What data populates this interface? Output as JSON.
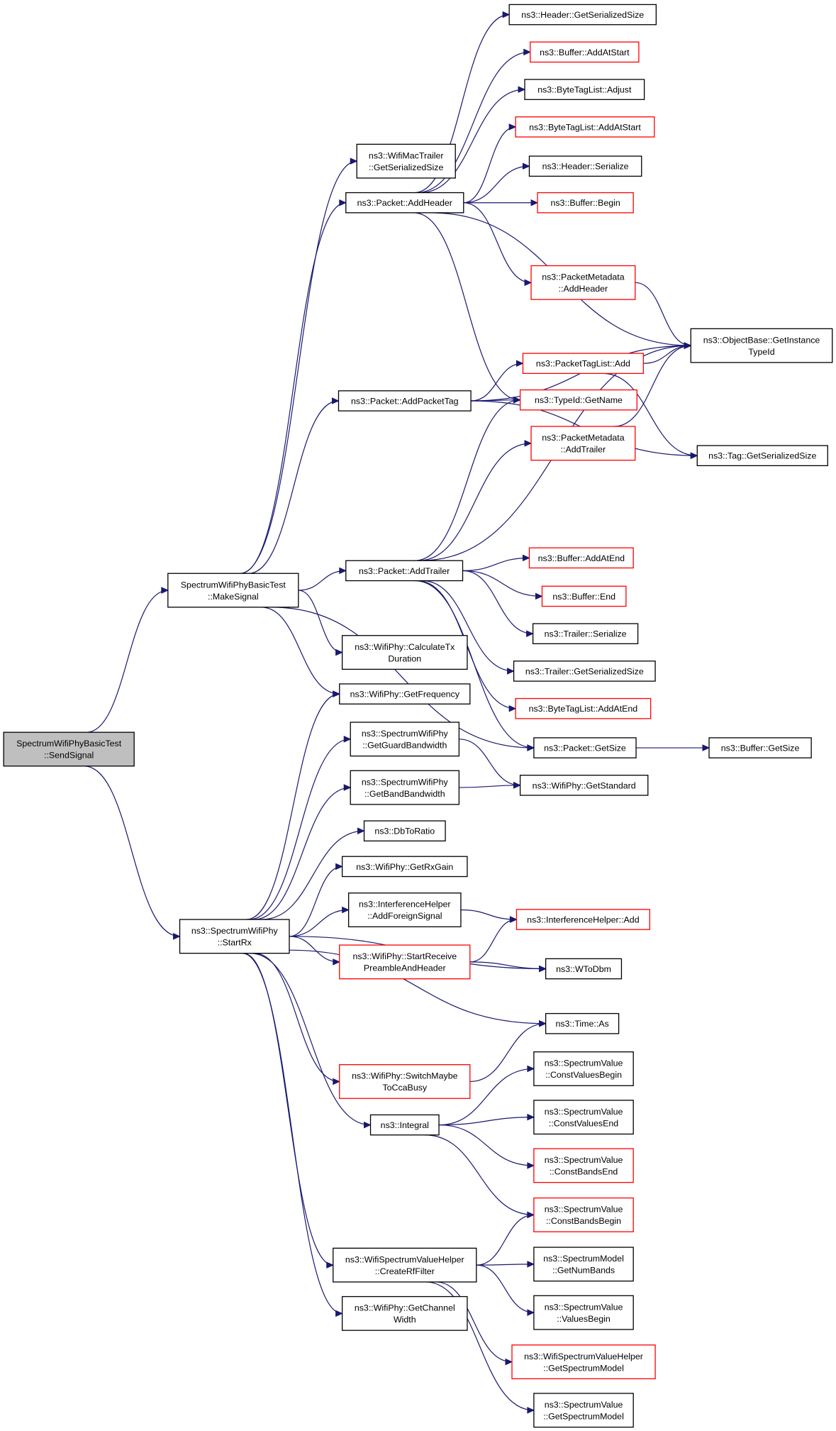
{
  "diagram": {
    "nodes": [
      {
        "id": "send",
        "lines": [
          "SpectrumWifiPhyBasicTest",
          "::SendSignal"
        ],
        "border": "grey"
      },
      {
        "id": "make",
        "lines": [
          "SpectrumWifiPhyBasicTest",
          "::MakeSignal"
        ],
        "border": "black"
      },
      {
        "id": "startrx",
        "lines": [
          "ns3::SpectrumWifiPhy",
          "::StartRx"
        ],
        "border": "black"
      },
      {
        "id": "wmt",
        "lines": [
          "ns3::WifiMacTrailer",
          "::GetSerializedSize"
        ],
        "border": "black"
      },
      {
        "id": "pah",
        "lines": [
          "ns3::Packet::AddHeader"
        ],
        "border": "black"
      },
      {
        "id": "papt",
        "lines": [
          "ns3::Packet::AddPacketTag"
        ],
        "border": "black"
      },
      {
        "id": "pat",
        "lines": [
          "ns3::Packet::AddTrailer"
        ],
        "border": "black"
      },
      {
        "id": "calctx",
        "lines": [
          "ns3::WifiPhy::CalculateTx",
          "Duration"
        ],
        "border": "black"
      },
      {
        "id": "getfreq",
        "lines": [
          "ns3::WifiPhy::GetFrequency"
        ],
        "border": "black"
      },
      {
        "id": "guardbw",
        "lines": [
          "ns3::SpectrumWifiPhy",
          "::GetGuardBandwidth"
        ],
        "border": "black"
      },
      {
        "id": "bandbw",
        "lines": [
          "ns3::SpectrumWifiPhy",
          "::GetBandBandwidth"
        ],
        "border": "black"
      },
      {
        "id": "dbtoratio",
        "lines": [
          "ns3::DbToRatio"
        ],
        "border": "black"
      },
      {
        "id": "rxgain",
        "lines": [
          "ns3::WifiPhy::GetRxGain"
        ],
        "border": "black"
      },
      {
        "id": "ihafs",
        "lines": [
          "ns3::InterferenceHelper",
          "::AddForeignSignal"
        ],
        "border": "black"
      },
      {
        "id": "srpah",
        "lines": [
          "ns3::WifiPhy::StartReceive",
          "PreambleAndHeader"
        ],
        "border": "red"
      },
      {
        "id": "switchcca",
        "lines": [
          "ns3::WifiPhy::SwitchMaybe",
          "ToCcaBusy"
        ],
        "border": "red"
      },
      {
        "id": "integral",
        "lines": [
          "ns3::Integral"
        ],
        "border": "black"
      },
      {
        "id": "crf",
        "lines": [
          "ns3::WifiSpectrumValueHelper",
          "::CreateRfFilter"
        ],
        "border": "black"
      },
      {
        "id": "chw",
        "lines": [
          "ns3::WifiPhy::GetChannel",
          "Width"
        ],
        "border": "black"
      },
      {
        "id": "hgss",
        "lines": [
          "ns3::Header::GetSerializedSize"
        ],
        "border": "black"
      },
      {
        "id": "baas",
        "lines": [
          "ns3::Buffer::AddAtStart"
        ],
        "border": "red"
      },
      {
        "id": "btladj",
        "lines": [
          "ns3::ByteTagList::Adjust"
        ],
        "border": "black"
      },
      {
        "id": "btlaas",
        "lines": [
          "ns3::ByteTagList::AddAtStart"
        ],
        "border": "red"
      },
      {
        "id": "hser",
        "lines": [
          "ns3::Header::Serialize"
        ],
        "border": "black"
      },
      {
        "id": "bbegin",
        "lines": [
          "ns3::Buffer::Begin"
        ],
        "border": "red"
      },
      {
        "id": "pmah",
        "lines": [
          "ns3::PacketMetadata",
          "::AddHeader"
        ],
        "border": "red"
      },
      {
        "id": "obgit",
        "lines": [
          "ns3::ObjectBase::GetInstance",
          "TypeId"
        ],
        "border": "black"
      },
      {
        "id": "ptla",
        "lines": [
          "ns3::PacketTagList::Add"
        ],
        "border": "red"
      },
      {
        "id": "tidgn",
        "lines": [
          "ns3::TypeId::GetName"
        ],
        "border": "red"
      },
      {
        "id": "pmat",
        "lines": [
          "ns3::PacketMetadata",
          "::AddTrailer"
        ],
        "border": "red"
      },
      {
        "id": "tgss",
        "lines": [
          "ns3::Tag::GetSerializedSize"
        ],
        "border": "black"
      },
      {
        "id": "baae",
        "lines": [
          "ns3::Buffer::AddAtEnd"
        ],
        "border": "red"
      },
      {
        "id": "bend",
        "lines": [
          "ns3::Buffer::End"
        ],
        "border": "red"
      },
      {
        "id": "tser",
        "lines": [
          "ns3::Trailer::Serialize"
        ],
        "border": "black"
      },
      {
        "id": "tgss2",
        "lines": [
          "ns3::Trailer::GetSerializedSize"
        ],
        "border": "black"
      },
      {
        "id": "btlaae",
        "lines": [
          "ns3::ByteTagList::AddAtEnd"
        ],
        "border": "red"
      },
      {
        "id": "pgs",
        "lines": [
          "ns3::Packet::GetSize"
        ],
        "border": "black"
      },
      {
        "id": "bgs",
        "lines": [
          "ns3::Buffer::GetSize"
        ],
        "border": "black"
      },
      {
        "id": "getstd",
        "lines": [
          "ns3::WifiPhy::GetStandard"
        ],
        "border": "black"
      },
      {
        "id": "ihadd",
        "lines": [
          "ns3::InterferenceHelper::Add"
        ],
        "border": "red"
      },
      {
        "id": "wtodbm",
        "lines": [
          "ns3::WToDbm"
        ],
        "border": "black"
      },
      {
        "id": "timeas",
        "lines": [
          "ns3::Time::As"
        ],
        "border": "black"
      },
      {
        "id": "svcvb",
        "lines": [
          "ns3::SpectrumValue",
          "::ConstValuesBegin"
        ],
        "border": "black"
      },
      {
        "id": "svcve",
        "lines": [
          "ns3::SpectrumValue",
          "::ConstValuesEnd"
        ],
        "border": "black"
      },
      {
        "id": "svcbe",
        "lines": [
          "ns3::SpectrumValue",
          "::ConstBandsEnd"
        ],
        "border": "red"
      },
      {
        "id": "svcbb",
        "lines": [
          "ns3::SpectrumValue",
          "::ConstBandsBegin"
        ],
        "border": "red"
      },
      {
        "id": "smgnb",
        "lines": [
          "ns3::SpectrumModel",
          "::GetNumBands"
        ],
        "border": "black"
      },
      {
        "id": "svvb",
        "lines": [
          "ns3::SpectrumValue",
          "::ValuesBegin"
        ],
        "border": "black"
      },
      {
        "id": "wsvhgsm",
        "lines": [
          "ns3::WifiSpectrumValueHelper",
          "::GetSpectrumModel"
        ],
        "border": "red"
      },
      {
        "id": "svgsm",
        "lines": [
          "ns3::SpectrumValue",
          "::GetSpectrumModel"
        ],
        "border": "black"
      }
    ],
    "edges": [
      [
        "send",
        "make"
      ],
      [
        "send",
        "startrx"
      ],
      [
        "make",
        "wmt"
      ],
      [
        "make",
        "pah"
      ],
      [
        "make",
        "papt"
      ],
      [
        "make",
        "pat"
      ],
      [
        "make",
        "calctx"
      ],
      [
        "make",
        "getfreq"
      ],
      [
        "make",
        "pgs"
      ],
      [
        "pah",
        "hgss"
      ],
      [
        "pah",
        "baas"
      ],
      [
        "pah",
        "btladj"
      ],
      [
        "pah",
        "btlaas"
      ],
      [
        "pah",
        "hser"
      ],
      [
        "pah",
        "bbegin"
      ],
      [
        "pah",
        "pmah"
      ],
      [
        "pah",
        "obgit"
      ],
      [
        "pah",
        "tidgn"
      ],
      [
        "pmah",
        "obgit"
      ],
      [
        "papt",
        "obgit"
      ],
      [
        "papt",
        "ptla"
      ],
      [
        "papt",
        "tidgn"
      ],
      [
        "papt",
        "tgss"
      ],
      [
        "ptla",
        "obgit"
      ],
      [
        "ptla",
        "tgss"
      ],
      [
        "pmat",
        "obgit"
      ],
      [
        "pat",
        "tidgn"
      ],
      [
        "pat",
        "pmat"
      ],
      [
        "pat",
        "obgit"
      ],
      [
        "pat",
        "baae"
      ],
      [
        "pat",
        "bend"
      ],
      [
        "pat",
        "tser"
      ],
      [
        "pat",
        "tgss2"
      ],
      [
        "pat",
        "btlaae"
      ],
      [
        "pat",
        "pgs"
      ],
      [
        "pgs",
        "bgs"
      ],
      [
        "startrx",
        "getfreq"
      ],
      [
        "startrx",
        "guardbw"
      ],
      [
        "startrx",
        "bandbw"
      ],
      [
        "startrx",
        "dbtoratio"
      ],
      [
        "startrx",
        "rxgain"
      ],
      [
        "startrx",
        "ihafs"
      ],
      [
        "startrx",
        "srpah"
      ],
      [
        "startrx",
        "wtodbm"
      ],
      [
        "startrx",
        "timeas"
      ],
      [
        "startrx",
        "switchcca"
      ],
      [
        "startrx",
        "integral"
      ],
      [
        "startrx",
        "crf"
      ],
      [
        "startrx",
        "chw"
      ],
      [
        "guardbw",
        "getstd"
      ],
      [
        "bandbw",
        "getstd"
      ],
      [
        "ihafs",
        "ihadd"
      ],
      [
        "srpah",
        "ihadd"
      ],
      [
        "srpah",
        "wtodbm"
      ],
      [
        "switchcca",
        "timeas"
      ],
      [
        "integral",
        "svcvb"
      ],
      [
        "integral",
        "svcve"
      ],
      [
        "integral",
        "svcbe"
      ],
      [
        "integral",
        "svcbb"
      ],
      [
        "crf",
        "svcbb"
      ],
      [
        "crf",
        "smgnb"
      ],
      [
        "crf",
        "svvb"
      ],
      [
        "crf",
        "wsvhgsm"
      ],
      [
        "crf",
        "svgsm"
      ]
    ]
  }
}
